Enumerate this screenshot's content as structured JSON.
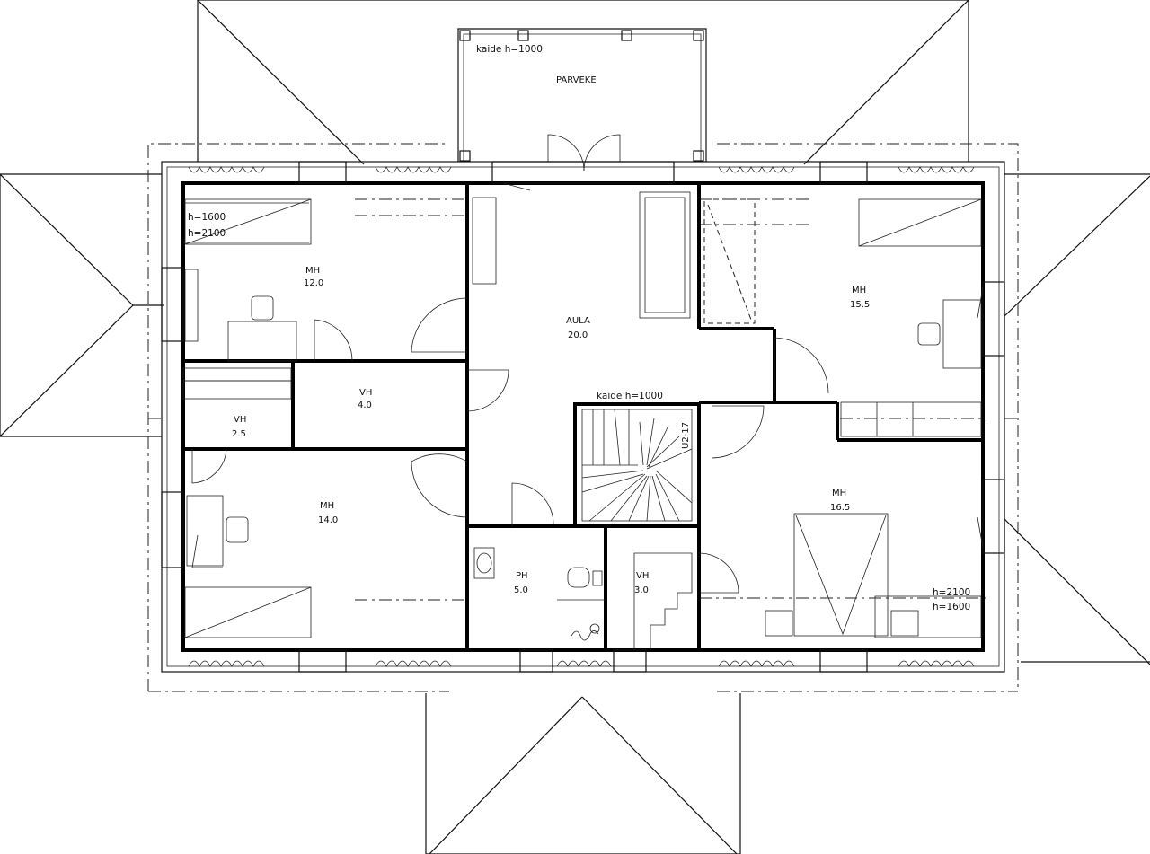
{
  "balcony": {
    "label": "PARVEKE",
    "railing": "kaide h=1000"
  },
  "stair": {
    "railing": "kaide h=1000",
    "code": "U2-17"
  },
  "rooms": [
    {
      "name": "MH",
      "area": "12.0"
    },
    {
      "name": "MH",
      "area": "15.5"
    },
    {
      "name": "AULA",
      "area": "20.0"
    },
    {
      "name": "VH",
      "area": "4.0"
    },
    {
      "name": "VH",
      "area": "2.5"
    },
    {
      "name": "MH",
      "area": "14.0"
    },
    {
      "name": "MH",
      "area": "16.5"
    },
    {
      "name": "PH",
      "area": "5.0"
    },
    {
      "name": "VH",
      "area": "3.0"
    }
  ],
  "window_heights": {
    "left_top": "h=1600",
    "left_bottom": "h=2100",
    "right_top": "h=2100",
    "right_bottom": "h=1600"
  }
}
